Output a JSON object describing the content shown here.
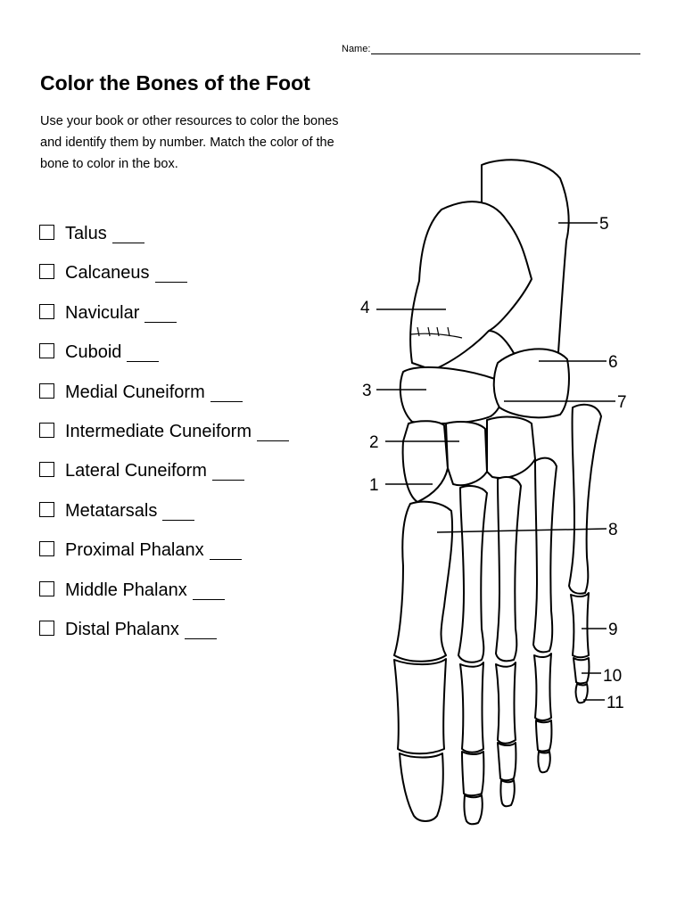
{
  "name_label": "Name:",
  "title": "Color the Bones of the Foot",
  "instructions": "Use your book or other resources to color the bones and identify them by number.  Match the color of the bone to color in the box.",
  "bones": [
    {
      "label": "Talus"
    },
    {
      "label": "Calcaneus"
    },
    {
      "label": "Navicular"
    },
    {
      "label": "Cuboid"
    },
    {
      "label": "Medial Cuneiform"
    },
    {
      "label": "Intermediate Cuneiform"
    },
    {
      "label": "Lateral Cuneiform"
    },
    {
      "label": "Metatarsals"
    },
    {
      "label": "Proximal Phalanx"
    },
    {
      "label": "Middle Phalanx"
    },
    {
      "label": "Distal Phalanx"
    }
  ],
  "callouts": [
    "1",
    "2",
    "3",
    "4",
    "5",
    "6",
    "7",
    "8",
    "9",
    "10",
    "11"
  ]
}
